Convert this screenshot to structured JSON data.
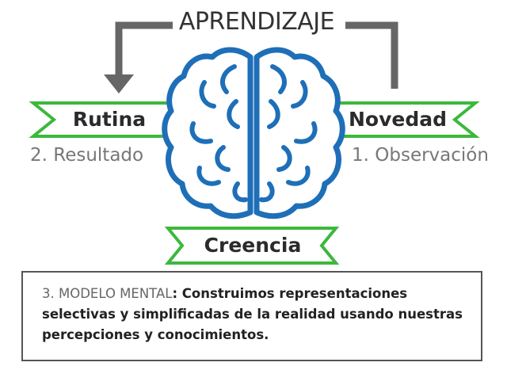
{
  "diagram": {
    "title": "APRENDIZAJE",
    "left_banner": "Rutina",
    "right_banner": "Novedad",
    "bottom_banner": "Creencia",
    "left_step": "2. Resultado",
    "right_step": "1. Observación",
    "note": {
      "prefix": "3. MODELO MENTAL",
      "text": ": Construimos representaciones selectivas y simplificadas de la realidad usando nuestras percepciones y conocimientos."
    },
    "colors": {
      "brain_outline": "#1e6fb8",
      "banner_outline": "#3cb83c",
      "arrow": "#666666"
    },
    "icons": [
      "brain-icon",
      "arrow-down-icon"
    ]
  }
}
